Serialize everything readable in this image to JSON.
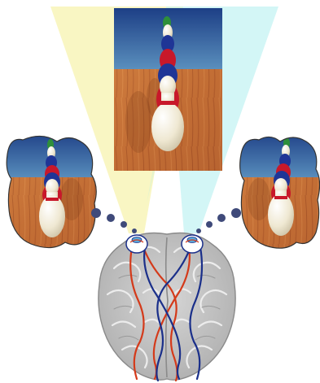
{
  "figure": {
    "title": "",
    "labels": []
  },
  "elements": {
    "center_view": "scene-photo-fused",
    "left_view": "scene-view-left-eye",
    "right_view": "scene-view-right-eye",
    "brain": "brain-top-view",
    "left_eye": "eye-left",
    "right_eye": "eye-right"
  },
  "colors": {
    "left_field_cone": "#f8f4b8",
    "right_field_cone": "#c8f4f4",
    "sky_top": "#1d3f86",
    "sky_bottom": "#4d82b4",
    "floor_wood": "#c9763a",
    "floor_wood_dark": "#9c4e22",
    "pin_white": "#f3eede",
    "pin_red": "#c8182a",
    "pin_blue": "#1f3596",
    "pin_green": "#2e8f3a",
    "brain_gray": "#bdbdbd",
    "brain_outline": "#8a8a8a",
    "optic_red": "#d43a1a",
    "optic_blue": "#1a2f8a",
    "dots": "#3f4a7a"
  }
}
